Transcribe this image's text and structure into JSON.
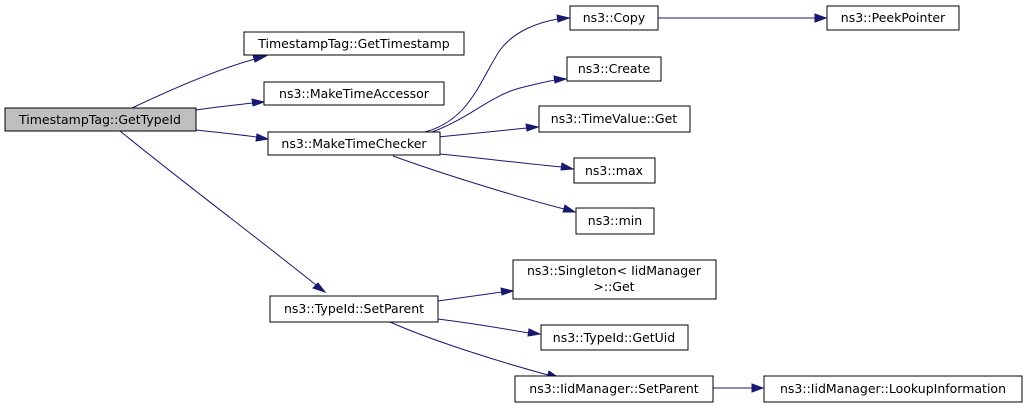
{
  "graph": {
    "colors": {
      "edge": "#191970",
      "root_fill": "#bfbfbf",
      "node_fill": "#ffffff",
      "node_border": "#000000"
    },
    "nodes": {
      "get_type_id": "TimestampTag::GetTypeId",
      "get_timestamp": "TimestampTag::GetTimestamp",
      "make_time_accessor": "ns3::MakeTimeAccessor",
      "make_time_checker": "ns3::MakeTimeChecker",
      "type_id_set_parent": "ns3::TypeId::SetParent",
      "copy": "ns3::Copy",
      "peek_pointer": "ns3::PeekPointer",
      "create": "ns3::Create",
      "time_value_get": "ns3::TimeValue::Get",
      "max": "ns3::max",
      "min": "ns3::min",
      "singleton_line1": "ns3::Singleton< IidManager",
      "singleton_line2": ">::Get",
      "get_uid": "ns3::TypeId::GetUid",
      "iid_set_parent": "ns3::IidManager::SetParent",
      "lookup_information": "ns3::IidManager::LookupInformation"
    }
  }
}
